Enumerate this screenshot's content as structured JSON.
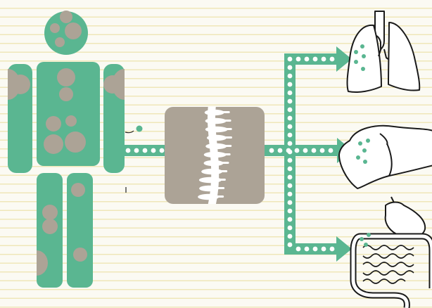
{
  "diagram": {
    "nodes": [
      {
        "id": "body",
        "icon": "human-body-figure"
      },
      {
        "id": "spine",
        "icon": "spine-vertebrae"
      },
      {
        "id": "lungs",
        "icon": "lungs-icon"
      },
      {
        "id": "liver",
        "icon": "liver-icon"
      },
      {
        "id": "intestines",
        "icon": "stomach-intestines-icon"
      }
    ],
    "edges": [
      {
        "from": "body",
        "to": "spine"
      },
      {
        "from": "spine",
        "to": "lungs"
      },
      {
        "from": "spine",
        "to": "liver"
      },
      {
        "from": "spine",
        "to": "intestines"
      }
    ]
  },
  "colors": {
    "background": "#fbfaf3",
    "ruled_lines": "#efe7b8",
    "figure_green": "#5ab691",
    "spot_gray": "#aca396",
    "spine_panel": "#aca396",
    "vertebra": "#ffffff",
    "dots": "#ffffff",
    "organ_outline": "#1a1a1a"
  }
}
